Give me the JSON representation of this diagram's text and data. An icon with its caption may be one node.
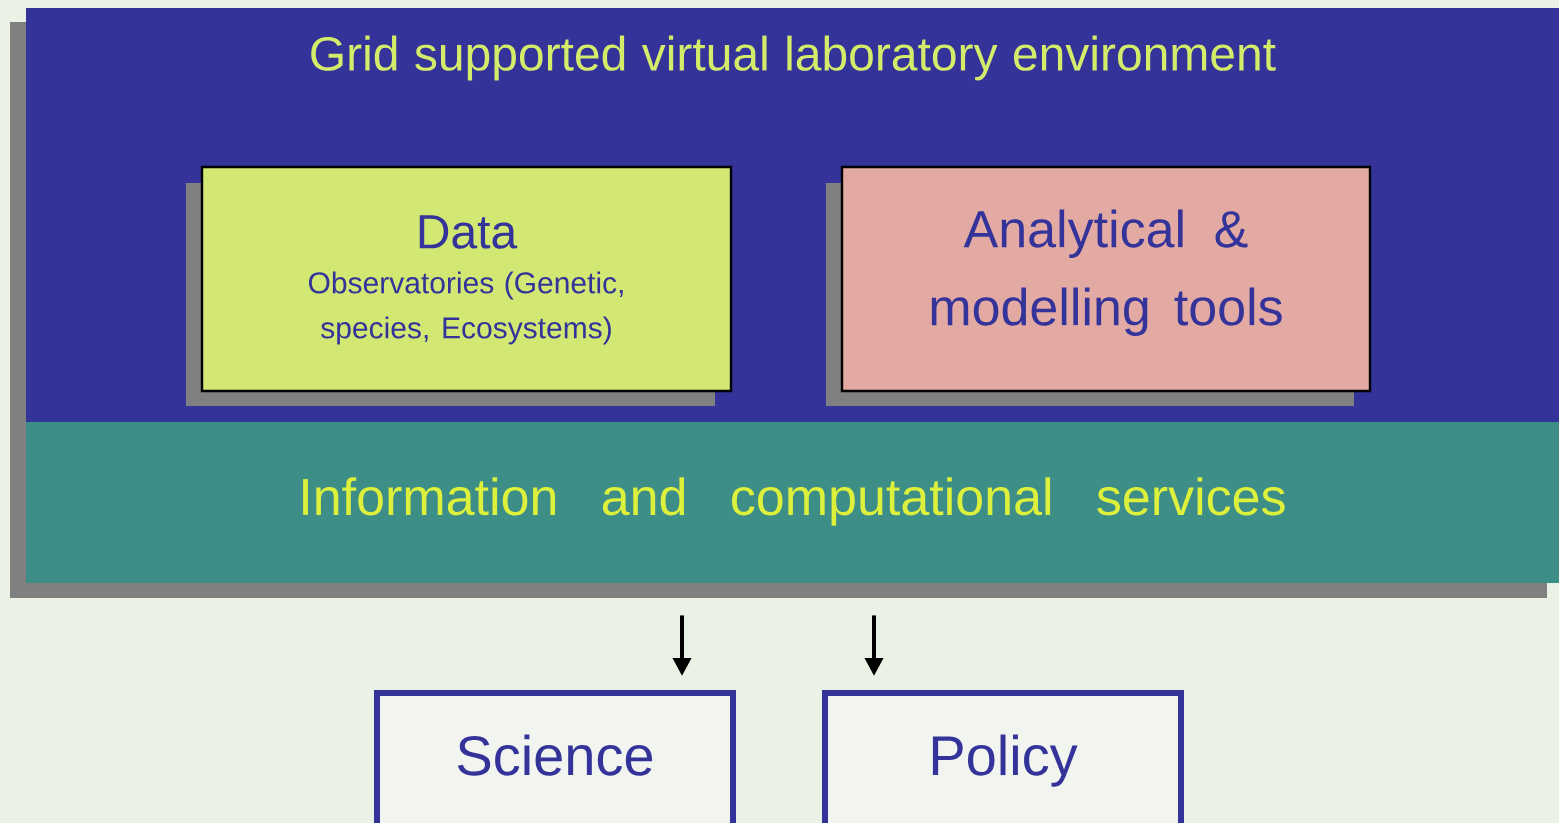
{
  "diagram": {
    "nodes": [
      {
        "text": [
          "Grid supported virtual laboratory environment"
        ]
      },
      {
        "text": [
          "Data",
          "Observatories (Genetic, species, Ecosystems)"
        ],
        "in": 0
      },
      {
        "text": [
          "Analytical & modelling tools"
        ],
        "in": 0
      },
      {
        "text": [
          "Information and computational services"
        ]
      },
      {
        "text": [
          "Science"
        ]
      },
      {
        "text": [
          "Policy"
        ]
      }
    ],
    "edges": [
      {
        "from": 3,
        "to": 4,
        "arrow": "to"
      },
      {
        "from": 3,
        "to": 5,
        "arrow": "to"
      }
    ]
  }
}
